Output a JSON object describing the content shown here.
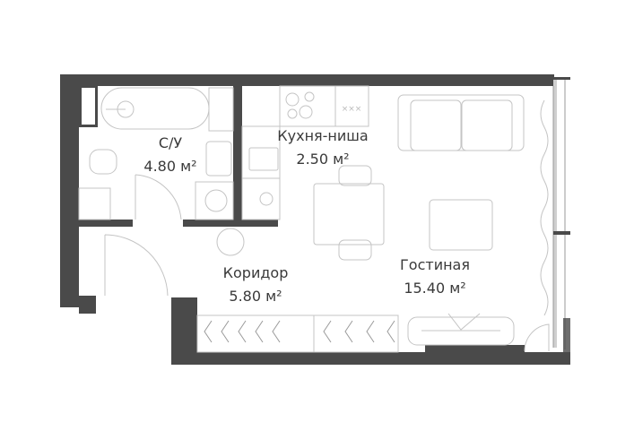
{
  "plan": {
    "rooms": [
      {
        "name": "С/У",
        "area": "4.80 м²"
      },
      {
        "name": "Кухня-ниша",
        "area": "2.50 м²"
      },
      {
        "name": "Коридор",
        "area": "5.80 м²"
      },
      {
        "name": "Гостиная",
        "area": "15.40 м²"
      }
    ],
    "wall_color": "#4a4a4a",
    "furniture_color": "#c4c4c4"
  }
}
